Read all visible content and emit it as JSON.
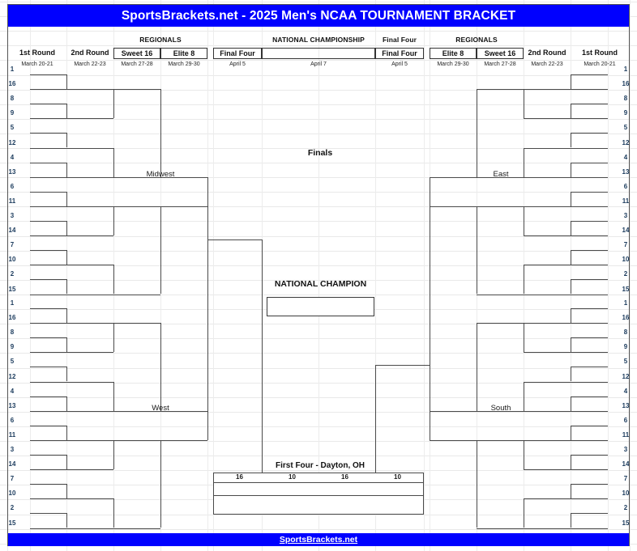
{
  "title": "SportsBrackets.net - 2025 Men's NCAA TOURNAMENT BRACKET",
  "footer": "SportsBrackets.net",
  "header": {
    "groups": {
      "regionals_left": "REGIONALS",
      "national_championship": "NATIONAL CHAMPIONSHIP",
      "final_four_right_group": "Final Four",
      "regionals_right": "REGIONALS"
    },
    "left_rounds": [
      {
        "label": "1st Round",
        "date": "March 20-21"
      },
      {
        "label": "2nd Round",
        "date": "March 22-23"
      },
      {
        "label": "Sweet 16",
        "date": "March 27-28"
      },
      {
        "label": "Elite 8",
        "date": "March 29-30"
      },
      {
        "label": "Final Four",
        "date": "April 5"
      }
    ],
    "center_round": {
      "label": "",
      "date": "April 7"
    },
    "right_rounds": [
      {
        "label": "Final Four",
        "date": "April 5"
      },
      {
        "label": "Elite 8",
        "date": "March 29-30"
      },
      {
        "label": "Sweet 16",
        "date": "March 27-28"
      },
      {
        "label": "2nd Round",
        "date": "March 22-23"
      },
      {
        "label": "1st Round",
        "date": "March 20-21"
      }
    ]
  },
  "seeds_order": [
    1,
    16,
    8,
    9,
    5,
    12,
    4,
    13,
    6,
    11,
    3,
    14,
    7,
    10,
    2,
    15
  ],
  "regions": {
    "top_left": "Midwest",
    "bottom_left": "West",
    "top_right": "East",
    "bottom_right": "South"
  },
  "center": {
    "finals_label": "Finals",
    "champion_label": "NATIONAL CHAMPION",
    "champion_value": ""
  },
  "first_four": {
    "title": "First Four - Dayton, OH",
    "seeds": [
      16,
      10,
      16,
      10
    ]
  },
  "colors": {
    "brand_blue": "#0000ff",
    "bracket_line": "#4a4a4a",
    "seed_text": "#1a3a5c",
    "grid": "#e9e9e9"
  }
}
